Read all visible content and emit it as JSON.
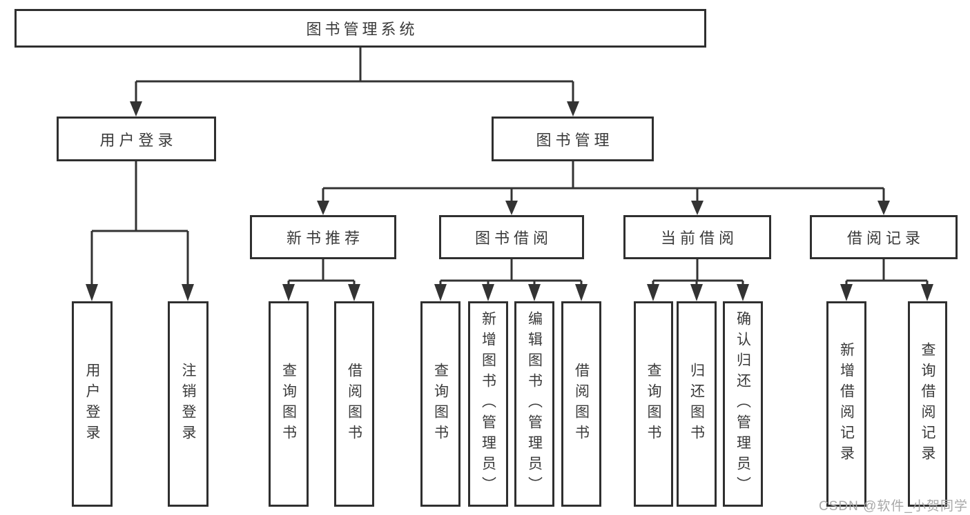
{
  "tree": {
    "root": {
      "label": "图书管理系统"
    },
    "branches": [
      {
        "label": "用户登录",
        "children": [
          {
            "label": "用户登录"
          },
          {
            "label": "注销登录"
          }
        ]
      },
      {
        "label": "图书管理",
        "children": [
          {
            "label": "新书推荐",
            "children": [
              {
                "label": "查询图书"
              },
              {
                "label": "借阅图书"
              }
            ]
          },
          {
            "label": "图书借阅",
            "children": [
              {
                "label": "查询图书"
              },
              {
                "label": "新增图书（管理员）"
              },
              {
                "label": "编辑图书（管理员）"
              },
              {
                "label": "借阅图书"
              }
            ]
          },
          {
            "label": "当前借阅",
            "children": [
              {
                "label": "查询图书"
              },
              {
                "label": "归还图书"
              },
              {
                "label": "确认归还（管理员）"
              }
            ]
          },
          {
            "label": "借阅记录",
            "children": [
              {
                "label": "新增借阅记录"
              },
              {
                "label": "查询借阅记录"
              }
            ]
          }
        ]
      }
    ]
  },
  "watermark": {
    "text": "CSDN @软件_小贺同学"
  },
  "colors": {
    "background": "#ffffff",
    "border": "#2f2f2f",
    "line": "#333333",
    "text": "#3a3a3a",
    "watermark": "#a8a8a8"
  }
}
